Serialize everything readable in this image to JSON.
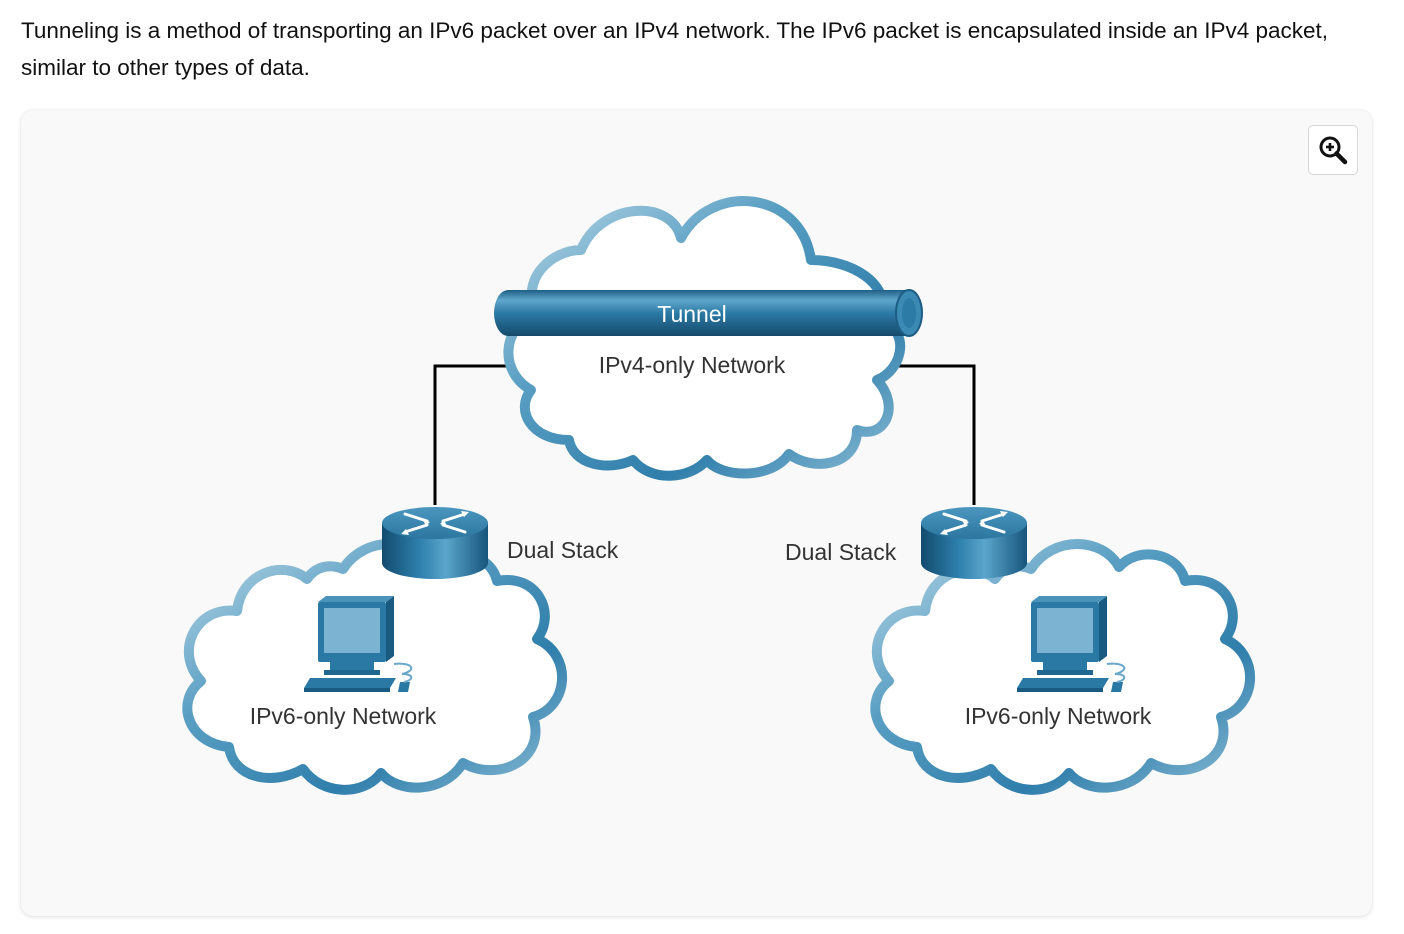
{
  "intro_text": "Tunneling is a method of transporting an IPv6 packet over an IPv4 network. The IPv6 packet is encapsulated inside an IPv4 packet, similar to other types of data.",
  "zoom_button": {
    "icon": "zoom-in-icon"
  },
  "diagram": {
    "tunnel_label": "Tunnel",
    "top_cloud_label": "IPv4-only Network",
    "left_router_label": "Dual Stack",
    "right_router_label": "Dual Stack",
    "left_cloud_label": "IPv6-only Network",
    "right_cloud_label": "IPv6-only Network"
  }
}
